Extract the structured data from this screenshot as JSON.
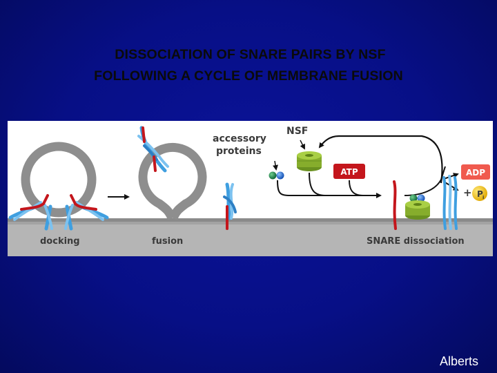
{
  "slide": {
    "title_line1": "DISSOCIATION OF SNARE PAIRS BY NSF",
    "title_line2": "FOLLOWING A CYCLE OF MEMBRANE FUSION",
    "credit": "Alberts"
  },
  "figure": {
    "labels": {
      "docking": "docking",
      "fusion": "fusion",
      "snare_dissociation": "SNARE dissociation",
      "accessory_line1": "accessory",
      "accessory_line2": "proteins",
      "nsf": "NSF",
      "atp": "ATP",
      "adp": "ADP",
      "plus": "+",
      "pi_main": "P",
      "pi_sub": "i"
    },
    "colors": {
      "background": "#070f86",
      "membrane": "#9b9b9b",
      "vesicle": "#8e8e8e",
      "v_snare": "#c4161c",
      "t_snare": "#3f9fe0",
      "nsf_green": "#7ea52a",
      "atp_tag": "#c4161c",
      "adp_tag": "#f05a4e",
      "pi_circle": "#f6c400",
      "accessory_green": "#1a7a45",
      "accessory_blue": "#1f6fd1"
    }
  }
}
